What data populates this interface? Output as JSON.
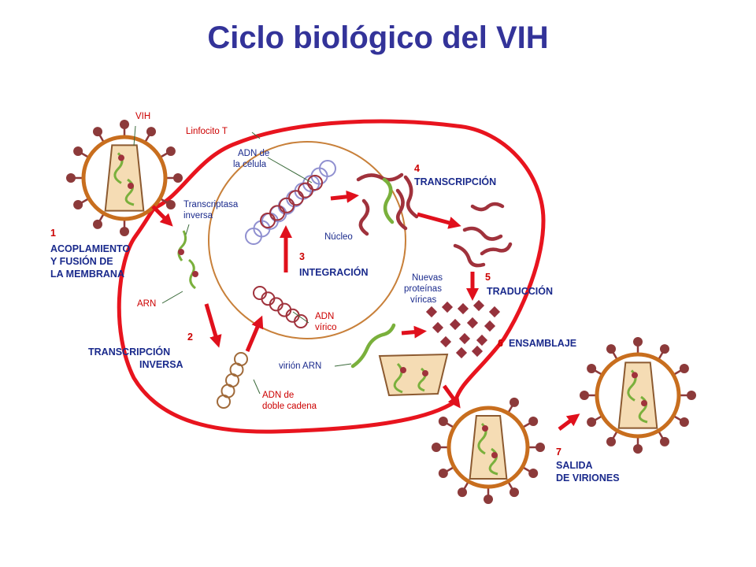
{
  "title": "Ciclo biológico del VIH",
  "colors": {
    "title": "#333399",
    "label_blue": "#1a2a8c",
    "label_red": "#cc0000",
    "membrane": "#e8141e",
    "nucleus": "#c8803a",
    "arrow": "#e0101c",
    "virus_envelope": "#c86e1e",
    "virus_spike": "#8c3a3a",
    "capsid_fill": "#f5dcb4",
    "rna_green": "#7ab03c",
    "rna_red": "#a0323c",
    "dna_blue": "#8c8cd2",
    "protein": "#96323c"
  },
  "labels": {
    "vih": "VIH",
    "linfocito": "Linfocito T",
    "adn_celula_1": "ADN de",
    "adn_celula_2": "la célula",
    "transcriptasa_1": "Transcriptasa",
    "transcriptasa_2": "inversa",
    "nucleo": "Núcleo",
    "arn": "ARN",
    "adn_virico_1": "ADN",
    "adn_virico_2": "vírico",
    "nuevas_1": "Nuevas",
    "nuevas_2": "proteínas",
    "nuevas_3": "víricas",
    "virion_arn": "virión ARN",
    "adn_doble_1": "ADN de",
    "adn_doble_2": "doble cadena"
  },
  "steps": [
    {
      "num": "1",
      "lines": [
        "ACOPLAMIENTO",
        "Y FUSIÓN DE",
        "LA MEMBRANA"
      ]
    },
    {
      "num": "2",
      "lines": [
        "TRANSCRIPCIÓN",
        "INVERSA"
      ]
    },
    {
      "num": "3",
      "lines": [
        "INTEGRACIÓN"
      ]
    },
    {
      "num": "4",
      "lines": [
        "TRANSCRIPCIÓN"
      ]
    },
    {
      "num": "5",
      "lines": [
        "TRADUCCIÓN"
      ]
    },
    {
      "num": "6",
      "lines": [
        "ENSAMBLAJE"
      ]
    },
    {
      "num": "7",
      "lines": [
        "SALIDA",
        "DE VIRIONES"
      ]
    }
  ]
}
